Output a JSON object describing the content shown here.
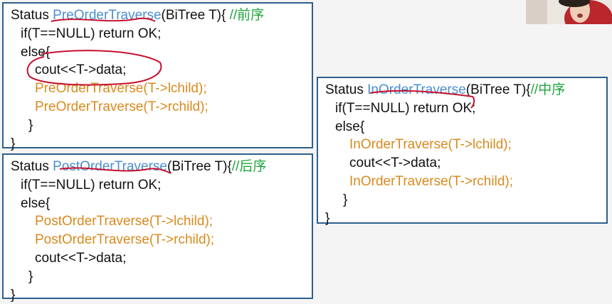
{
  "preorder": {
    "header": {
      "kw": "Status ",
      "fn": "PreOrderTraverse",
      "params": "(BiTree T){ ",
      "comment": "//前序"
    },
    "line_if": "if(T==NULL) return OK;",
    "line_else": "else{",
    "line_visit": "cout<<T->data;",
    "line_left": "PreOrderTraverse(T->lchild);",
    "line_right": "PreOrderTraverse(T->rchild);",
    "close_inner": "}",
    "close_outer": "}"
  },
  "postorder": {
    "header": {
      "kw": "Status ",
      "fn": "PostOrderTraverse",
      "params": "(BiTree T){",
      "comment": "//后序"
    },
    "line_if": "if(T==NULL) return OK;",
    "line_else": "else{",
    "line_left": "PostOrderTraverse(T->lchild);",
    "line_right": "PostOrderTraverse(T->rchild);",
    "line_visit": "cout<<T->data;",
    "close_inner": "}",
    "close_outer": "}"
  },
  "inorder": {
    "header": {
      "kw": "Status ",
      "fn": "InOrderTraverse",
      "params": "(BiTree T){",
      "comment": "//中序"
    },
    "line_if": "if(T==NULL) return OK;",
    "line_else": "else{",
    "line_left": "InOrderTraverse(T->lchild);",
    "line_visit": "cout<<T->data;",
    "line_right": "InOrderTraverse(T->rchild);",
    "close_inner": "}",
    "close_outer": "}"
  },
  "colors": {
    "border": "#2e5f8c",
    "function_name": "#4a8fd0",
    "recursive_call": "#d98a1e",
    "comment": "#1ea33c",
    "annotation_ink": "#c8102e"
  }
}
